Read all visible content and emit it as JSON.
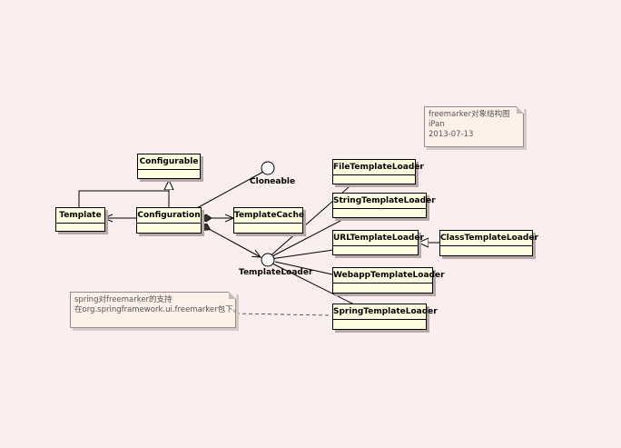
{
  "colors": {
    "background": "#fbeeee",
    "class_fill": "#fffde0",
    "note_fill": "#fdf0e9",
    "line": "#000000"
  },
  "classes": {
    "configurable": "Configurable",
    "template": "Template",
    "configuration": "Configuration",
    "template_cache": "TemplateCache",
    "file_template_loader": "FileTemplateLoader",
    "string_template_loader": "StringTemplateLoader",
    "url_template_loader": "URLTemplateLoader",
    "class_template_loader": "ClassTemplateLoader",
    "webapp_template_loader": "WebappTemplateLoader",
    "spring_template_loader": "SpringTemplateLoader"
  },
  "interfaces": {
    "cloneable": "Cloneable",
    "template_loader": "TemplateLoader"
  },
  "notes": {
    "title_note": {
      "line1": "freemarker对象结构图",
      "line2": "iPan",
      "line3": "2013-07-13"
    },
    "spring_note": {
      "line1": "spring对freemarker的支持",
      "line2": "在org.springframework.ui.freemarker包下。"
    }
  }
}
